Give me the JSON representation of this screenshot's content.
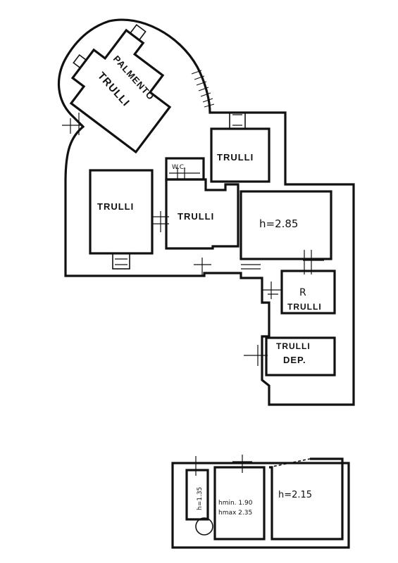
{
  "plan": {
    "labels": {
      "palmento": "PALMENTO",
      "trulli_palmento": "TRULLI",
      "trulli_top": "TRULLI",
      "wc": "W.C.",
      "trulli_left": "TRULLI",
      "trulli_center": "TRULLI",
      "height_main": "h=2.85",
      "r": "R",
      "trulli_r": "TRULLI",
      "trulli_dep": "TRULLI",
      "dep": "DEP."
    },
    "lower": {
      "height_left": "h=1.35",
      "hmin": "hmin. 1.90",
      "hmax": "hmax 2.35",
      "height_right": "h=2.15"
    }
  }
}
